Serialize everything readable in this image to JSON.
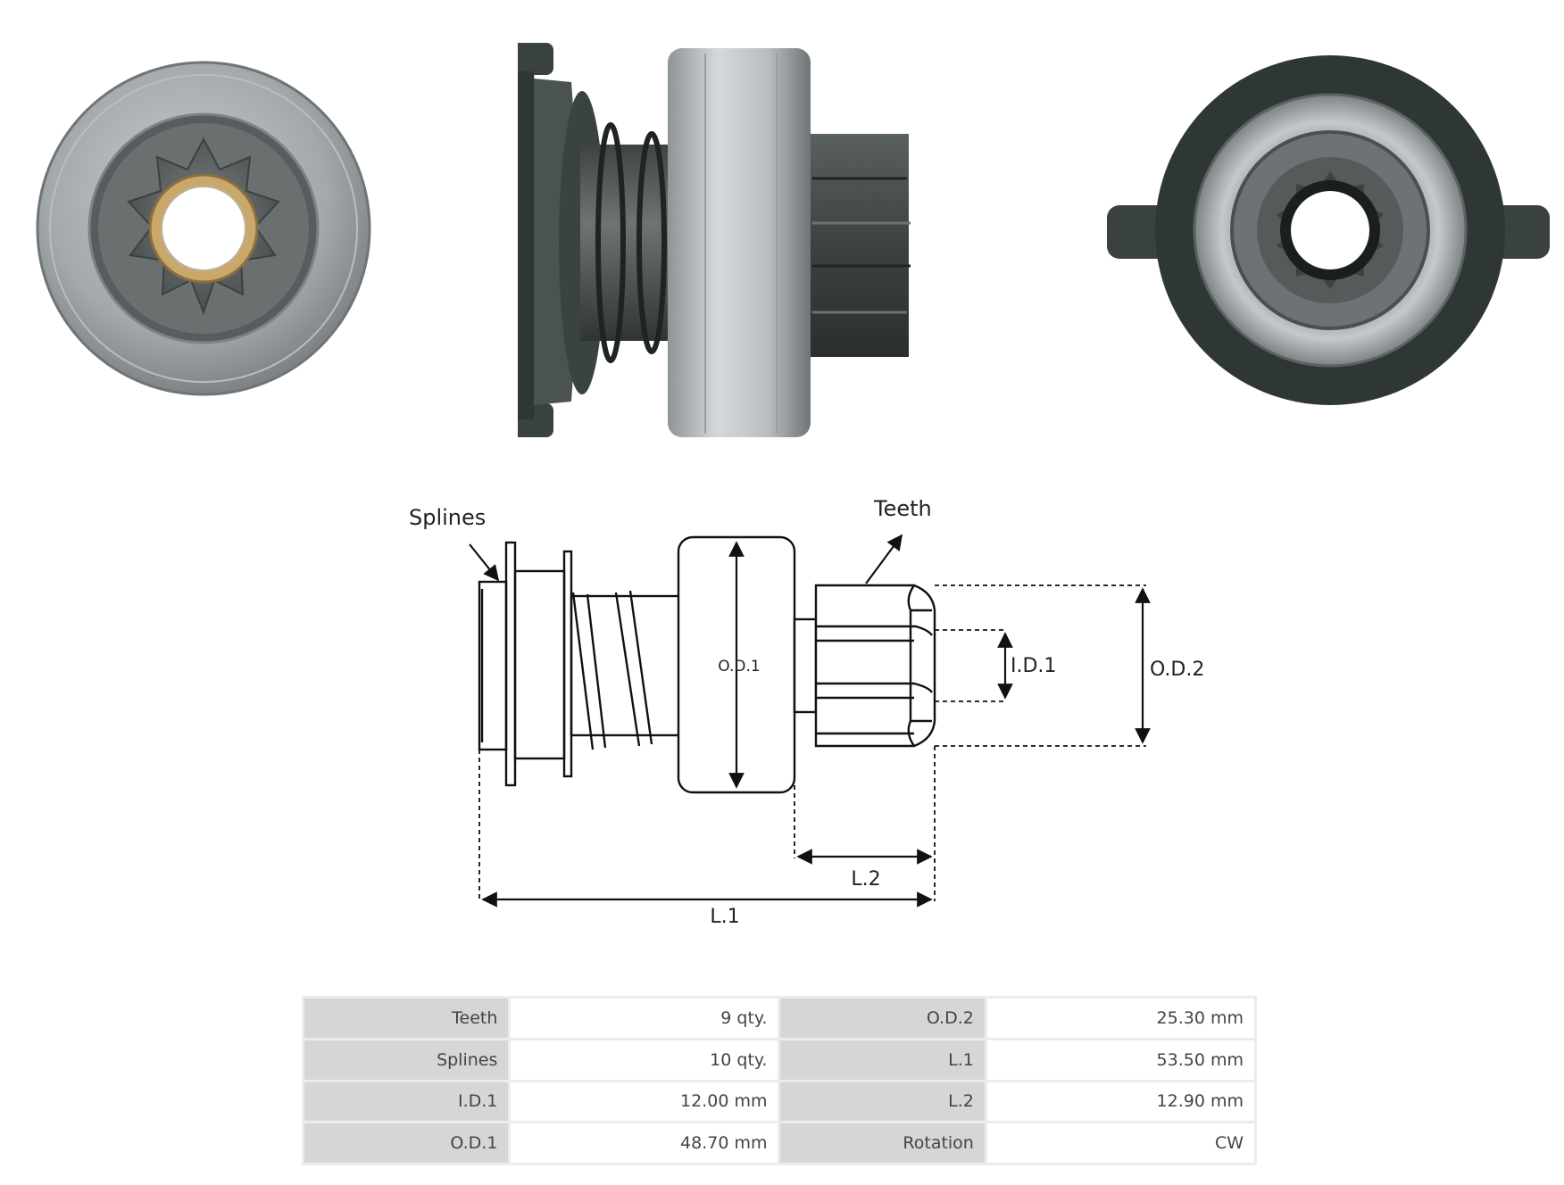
{
  "colors": {
    "photo_dark": "#3a423f",
    "photo_steel": "#a7acaf",
    "photo_brass": "#c9a86a",
    "table_header_bg": "#d6d6d6",
    "table_value_bg": "#ffffff",
    "table_border": "#ececec",
    "drawing_line": "#111111"
  },
  "drawing": {
    "labels": {
      "splines": "Splines",
      "teeth": "Teeth",
      "od1": "O.D.1",
      "id1": "I.D.1",
      "od2": "O.D.2",
      "l2": "L.2",
      "l1": "L.1"
    }
  },
  "specs": {
    "rows": [
      {
        "k1": "Teeth",
        "v1": "9 qty.",
        "k2": "O.D.2",
        "v2": "25.30 mm"
      },
      {
        "k1": "Splines",
        "v1": "10 qty.",
        "k2": "L.1",
        "v2": "53.50 mm"
      },
      {
        "k1": "I.D.1",
        "v1": "12.00 mm",
        "k2": "L.2",
        "v2": "12.90 mm"
      },
      {
        "k1": "O.D.1",
        "v1": "48.70 mm",
        "k2": "Rotation",
        "v2": "CW"
      }
    ]
  }
}
